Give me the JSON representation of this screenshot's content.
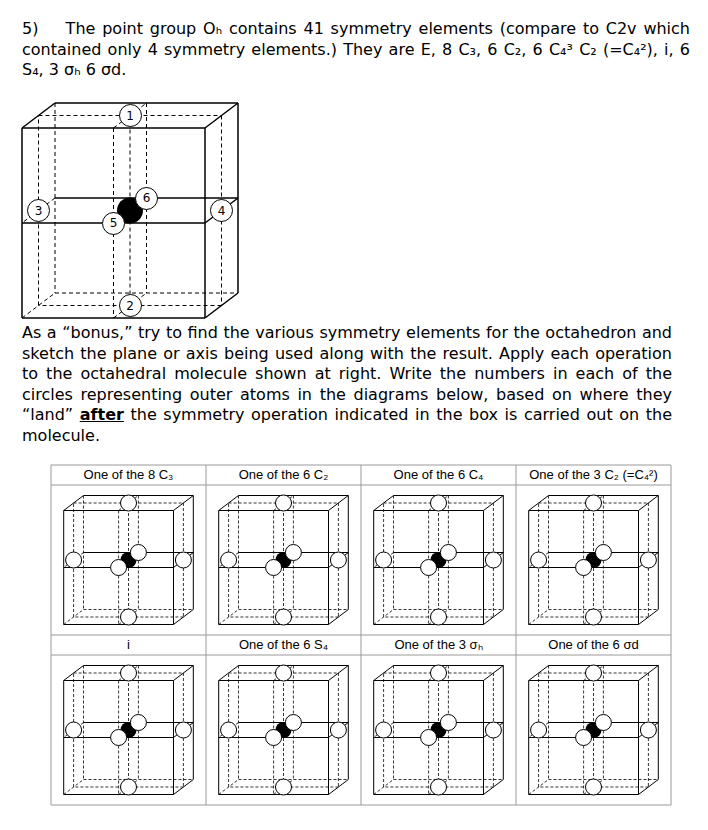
{
  "diagram": {
    "nodes": [
      {
        "text": [
          "1"
        ]
      },
      {
        "text": [
          "6"
        ]
      },
      {
        "text": [
          "3"
        ]
      },
      {
        "text": [
          "4"
        ]
      },
      {
        "text": [
          "5"
        ]
      },
      {
        "text": [
          "2"
        ]
      }
    ],
    "labels": [
      "5)    The point group Oₕ contains 41 symmetry elements (compare to C2v which contained only 4 symmetry elements.) They are E, 8 C₃, 6 C₂, 6 C₄³ C₂ (=C₄²), i, 6 S₄, 3 σₕ 6 σd.",
      "As a “bonus,” try to find the various symmetry elements for the octahedron and sketch the plane or axis being used along with the result. Apply each operation to the octahedral molecule shown at right. Write the numbers in each of the circles representing outer atoms in the diagrams below, based on where they “land”",
      "after",
      "the symmetry operation indicated in the box is carried out on the molecule.",
      "One of the 8 C₃",
      "One of the 6 C₂",
      "One of the 6 C₄",
      "One of the 3 C₂ (=C₄²)",
      "i",
      "One of the 6 S₄",
      "One of the 3 σₕ",
      "One of the 6 σd"
    ]
  }
}
